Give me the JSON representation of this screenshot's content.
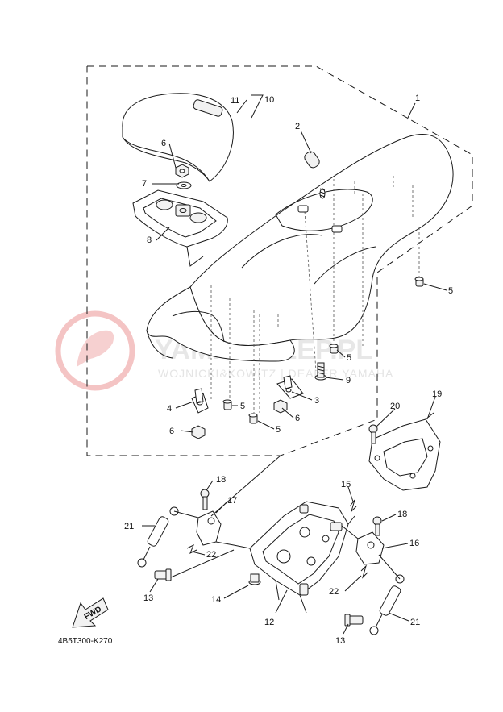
{
  "diagram": {
    "reference_code": "4B5T300-K270",
    "fwd_label": "FWD",
    "watermark": {
      "title": "YAMA-SKLEP.PL",
      "subtitle": "WOJNICKI&KOWITZ | DEALER YAMAHA"
    },
    "callouts": [
      {
        "id": "c1",
        "label": "1"
      },
      {
        "id": "c2",
        "label": "2"
      },
      {
        "id": "c3",
        "label": "3"
      },
      {
        "id": "c4",
        "label": "4"
      },
      {
        "id": "c5a",
        "label": "5"
      },
      {
        "id": "c5b",
        "label": "5"
      },
      {
        "id": "c5c",
        "label": "5"
      },
      {
        "id": "c5d",
        "label": "5"
      },
      {
        "id": "c6a",
        "label": "6"
      },
      {
        "id": "c6b",
        "label": "6"
      },
      {
        "id": "c6c",
        "label": "6"
      },
      {
        "id": "c7",
        "label": "7"
      },
      {
        "id": "c8",
        "label": "8"
      },
      {
        "id": "c9",
        "label": "9"
      },
      {
        "id": "c10",
        "label": "10"
      },
      {
        "id": "c11",
        "label": "11"
      },
      {
        "id": "c12",
        "label": "12"
      },
      {
        "id": "c13a",
        "label": "13"
      },
      {
        "id": "c13b",
        "label": "13"
      },
      {
        "id": "c14",
        "label": "14"
      },
      {
        "id": "c15",
        "label": "15"
      },
      {
        "id": "c16",
        "label": "16"
      },
      {
        "id": "c17",
        "label": "17"
      },
      {
        "id": "c18a",
        "label": "18"
      },
      {
        "id": "c18b",
        "label": "18"
      },
      {
        "id": "c19",
        "label": "19"
      },
      {
        "id": "c20",
        "label": "20"
      },
      {
        "id": "c21a",
        "label": "21"
      },
      {
        "id": "c21b",
        "label": "21"
      },
      {
        "id": "c22a",
        "label": "22"
      },
      {
        "id": "c22b",
        "label": "22"
      }
    ]
  }
}
